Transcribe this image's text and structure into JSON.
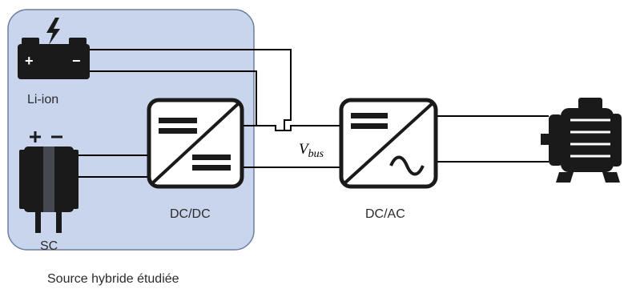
{
  "labels": {
    "battery": "Li-ion",
    "battery_plus": "+",
    "battery_minus": "−",
    "supercap": "SC",
    "supercap_terminals": "+ −",
    "dcdc": "DC/DC",
    "dcac": "DC/AC",
    "bus_voltage_main": "V",
    "bus_voltage_sub": "bus",
    "caption": "Source hybride étudiée"
  },
  "colors": {
    "hybrid_region_fill": "#c9d5ec",
    "hybrid_region_stroke": "#6b7fa0",
    "wire": "#000000",
    "component": "#1a1a1a",
    "bolt": "#1a1a1a"
  },
  "icons": {
    "battery": "battery-icon",
    "supercapacitor": "supercapacitor-icon",
    "motor": "motor-icon",
    "dc_dc": "dc-dc-converter-icon",
    "dc_ac": "dc-ac-inverter-icon"
  }
}
